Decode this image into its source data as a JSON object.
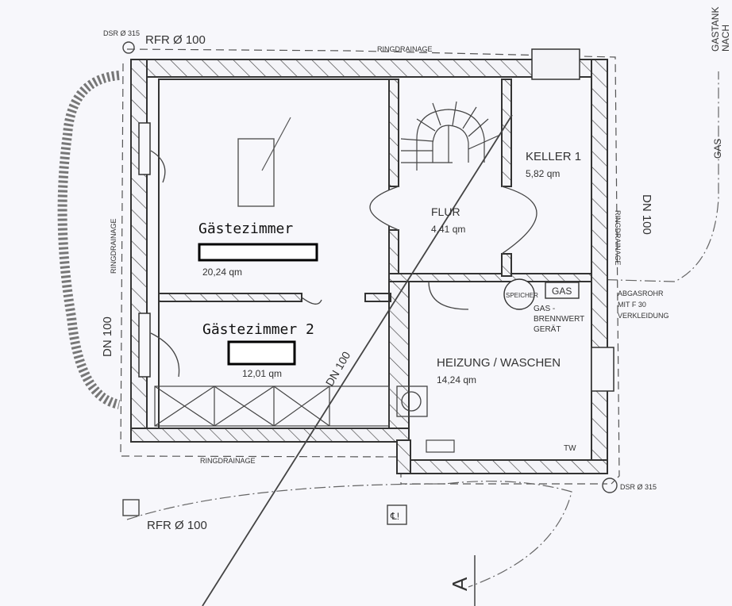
{
  "rooms": {
    "guest1": {
      "name": "Gästezimmer",
      "area": "20,24 qm"
    },
    "guest2": {
      "name": "Gästezimmer 2",
      "area": "12,01 qm"
    },
    "keller": {
      "name": "KELLER 1",
      "area": "5,82 qm"
    },
    "flur": {
      "name": "FLUR",
      "area": "4,41 qm"
    },
    "heizung": {
      "name": "HEIZUNG / WASCHEN",
      "area": "14,24 qm"
    }
  },
  "annotations": {
    "dsr_top": "DSR Ø 315",
    "rfr_top": "RFR Ø 100",
    "ringdrainage_top": "RINGDRAINAGE",
    "ringdrainage_left": "RINGDRAINAGE",
    "ringdrainage_right": "RINGDRAINAGE",
    "ringdrainage_bottom": "RINGDRAINAGE",
    "dn_left": "DN 100",
    "dn_right": "DN 100",
    "dn_diag": "DN 100",
    "rfr_bottom": "RFR Ø 100",
    "dsr_bottom": "DSR Ø 315",
    "gas_pipe": "GAS",
    "gastank": "GASTANK",
    "gastank2": "NACH",
    "speicher": "SPEICHER",
    "gas_box": "GAS",
    "brennwert1": "GAS -",
    "brennwert2": "BRENNWERT",
    "brennwert3": "GERÄT",
    "abgas1": "ABGASROHR",
    "abgas2": "MIT F 30",
    "abgas3": "VERKLEIDUNG",
    "tw": "TW",
    "section": "A",
    "symbol": "℄!"
  }
}
